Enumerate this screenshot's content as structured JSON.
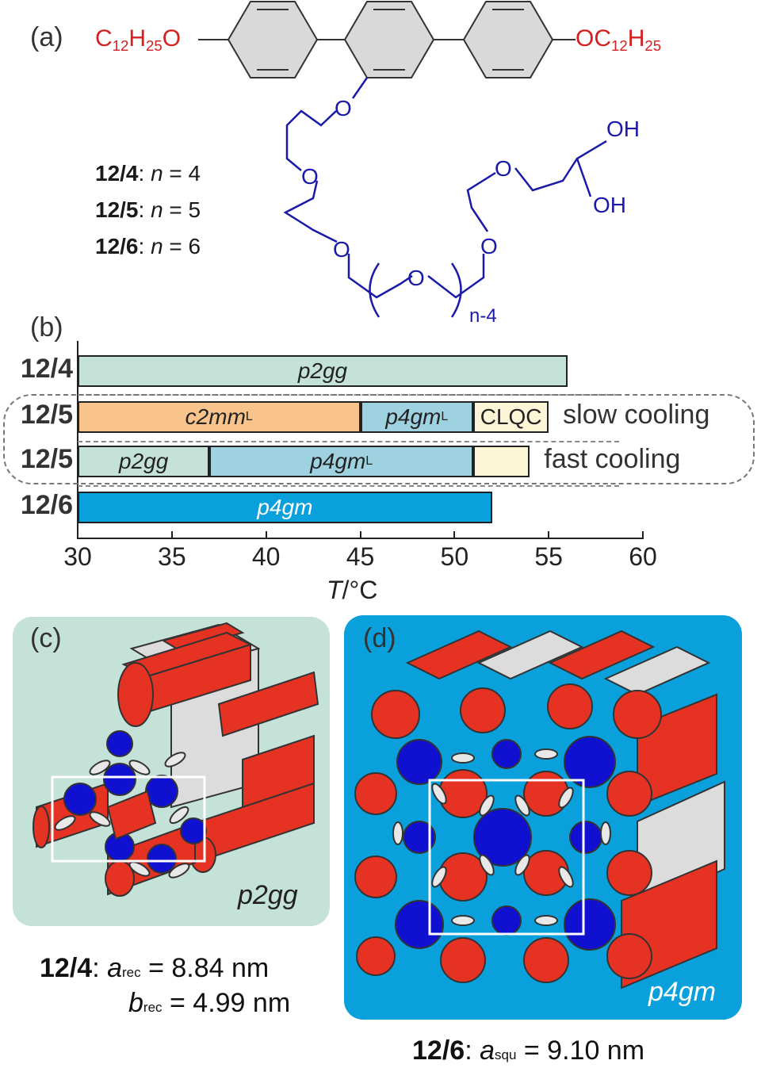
{
  "panels": {
    "a": "(a)",
    "b": "(b)",
    "c": "(c)",
    "d": "(d)"
  },
  "molecule": {
    "left_chain": [
      "C",
      "12",
      "H",
      "25",
      "O"
    ],
    "right_chain": [
      "OC",
      "12",
      "H",
      "25"
    ],
    "oxygen": "O",
    "oh_top": "OH",
    "oh_bottom": "OH",
    "repeat": "n-4",
    "colors": {
      "alkyl": "#d42020",
      "glycol": "#1a1aa8",
      "ring_fill": "#d9d9d9"
    }
  },
  "compounds": [
    {
      "id": "12/4",
      "sep": ":",
      "var": "n",
      "eq": " = 4"
    },
    {
      "id": "12/5",
      "sep": ":",
      "var": "n",
      "eq": " = 5"
    },
    {
      "id": "12/6",
      "sep": ":",
      "var": "n",
      "eq": " = 6"
    }
  ],
  "chart_data": {
    "type": "bar",
    "xlabel": "T/°C",
    "xlim": [
      30,
      60
    ],
    "xticks": [
      30,
      35,
      40,
      45,
      50,
      55,
      60
    ],
    "rows": [
      {
        "label": "12/4",
        "segments": [
          {
            "from": 30,
            "to": 56,
            "phase": "p2gg",
            "color": "#c5e2d8"
          }
        ]
      },
      {
        "label": "12/5",
        "note": "slow cooling",
        "segments": [
          {
            "from": 30,
            "to": 45,
            "phase": "c2mm",
            "sup": "L",
            "color": "#f8c48c"
          },
          {
            "from": 45,
            "to": 51,
            "phase": "p4gm",
            "sup": "L",
            "color": "#9ed2e0"
          },
          {
            "from": 51,
            "to": 55,
            "phase": "CLQC",
            "color": "#fdf6d6"
          }
        ]
      },
      {
        "label": "12/5",
        "note": "fast cooling",
        "segments": [
          {
            "from": 30,
            "to": 37,
            "phase": "p2gg",
            "color": "#c5e2d8"
          },
          {
            "from": 37,
            "to": 51,
            "phase": "p4gm",
            "sup": "L",
            "color": "#9ed2e0"
          },
          {
            "from": 51,
            "to": 54,
            "phase": "",
            "color": "#fdf6d6"
          }
        ]
      },
      {
        "label": "12/6",
        "segments": [
          {
            "from": 30,
            "to": 52,
            "phase": "p4gm",
            "color": "#0aa0dc",
            "text_color": "#ffffff"
          }
        ]
      }
    ]
  },
  "panel_c": {
    "label": "p2gg",
    "bg": "#c5e2d8"
  },
  "panel_d": {
    "label": "p4gm",
    "bg": "#0aa0dc"
  },
  "caption_c": {
    "id": "12/4",
    "a_sym": "a",
    "a_sub": "rec",
    "a_val": " = 8.84 nm",
    "b_sym": "b",
    "b_sub": "rec",
    "b_val": " = 4.99 nm"
  },
  "caption_d": {
    "id": "12/6",
    "a_sym": "a",
    "a_sub": "squ",
    "a_val": " = 9.10 nm"
  }
}
